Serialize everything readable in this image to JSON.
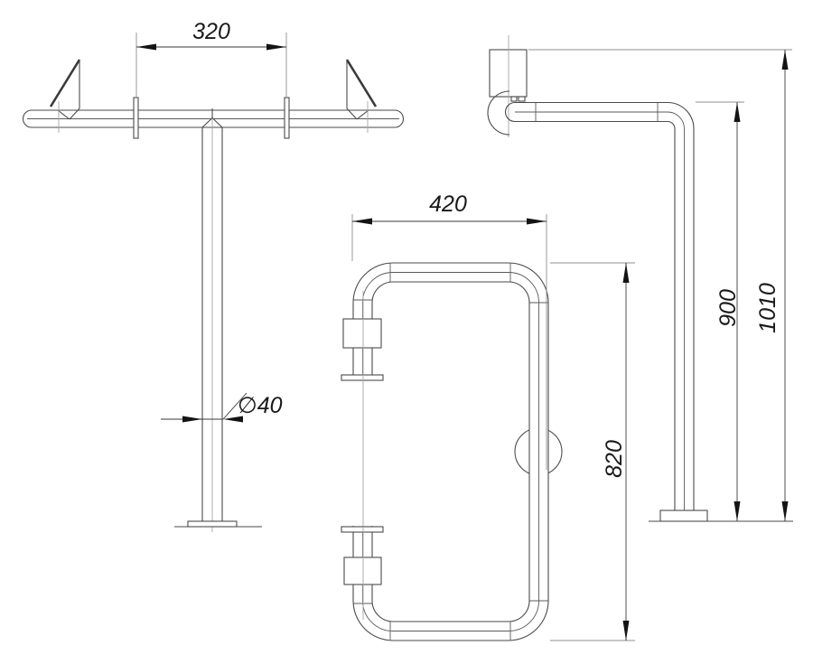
{
  "drawing": {
    "type": "technical-drawing",
    "subject": "floor-mounted accessibility grab bar, three orthographic views",
    "views": {
      "plan": "top view of T-shaped rail on floor post",
      "side": "side elevation of rail, post and wall plate",
      "front": "front elevation of wall-mounted loop rail"
    },
    "dimensions": {
      "d320": "320",
      "d420": "420",
      "d820": "820",
      "d900": "900",
      "d1010": "1010",
      "dia40": "∅40"
    },
    "colors": {
      "line": "#4a4a4a",
      "centerline": "#a6a6a6",
      "dimension": "#3a3a3a",
      "text": "#1a1a1a",
      "background": "#ffffff"
    }
  }
}
